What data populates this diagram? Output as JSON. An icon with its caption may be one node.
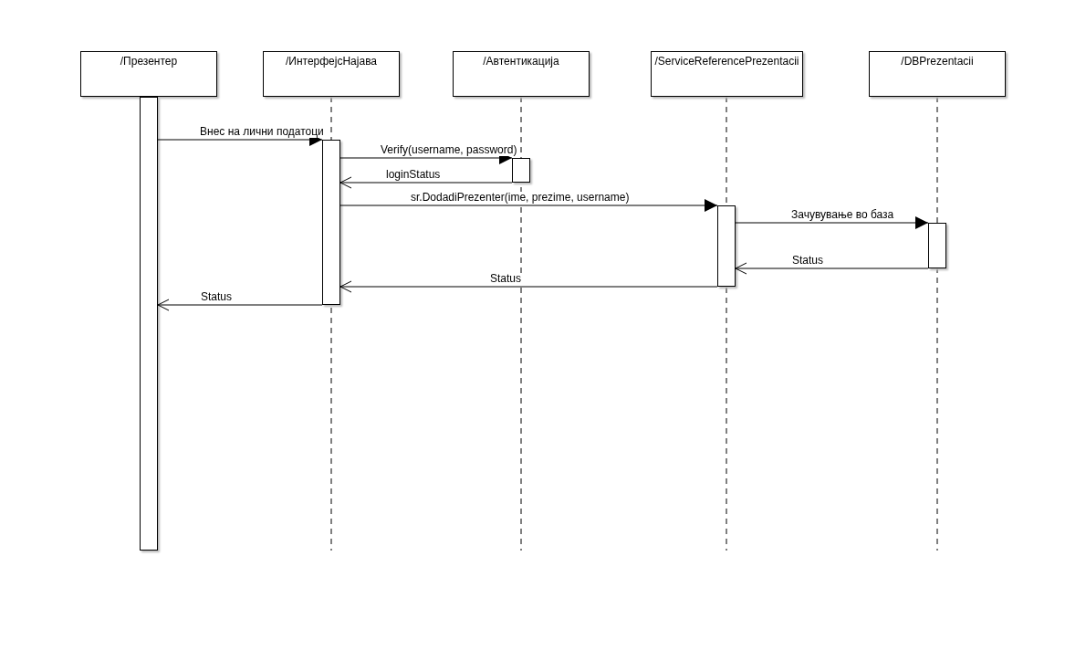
{
  "diagram": {
    "nodes": [
      {
        "text": [
          "/Презентер"
        ]
      },
      {
        "text": [
          "/ИнтерфејсНајава"
        ]
      },
      {
        "text": [
          "/Автентикација"
        ]
      },
      {
        "text": [
          "/ServiceReferencePrezentacii"
        ]
      },
      {
        "text": [
          "/DBPrezentacii"
        ]
      },
      {
        "text": [],
        "shape": "bar"
      },
      {
        "text": [],
        "shape": "bar"
      },
      {
        "text": [],
        "shape": "bar"
      },
      {
        "text": [],
        "shape": "bar"
      },
      {
        "text": [],
        "shape": "bar"
      }
    ],
    "edges": [
      {
        "from": 5,
        "to": 6,
        "arrow": "to",
        "label": "Внес на лични податоци"
      },
      {
        "from": 6,
        "to": 7,
        "arrow": "to",
        "label": "Verify(username, password)"
      },
      {
        "from": 7,
        "to": 6,
        "arrow": "to",
        "label": "loginStatus"
      },
      {
        "from": 6,
        "to": 8,
        "arrow": "to",
        "label": "sr.DodadiPrezenter(ime, prezime, username)"
      },
      {
        "from": 8,
        "to": 9,
        "arrow": "to",
        "label": "Зачувување во база"
      },
      {
        "from": 9,
        "to": 8,
        "arrow": "to",
        "label": "Status"
      },
      {
        "from": 8,
        "to": 6,
        "arrow": "to",
        "label": "Status"
      },
      {
        "from": 6,
        "to": 5,
        "arrow": "to",
        "label": "Status"
      }
    ]
  }
}
